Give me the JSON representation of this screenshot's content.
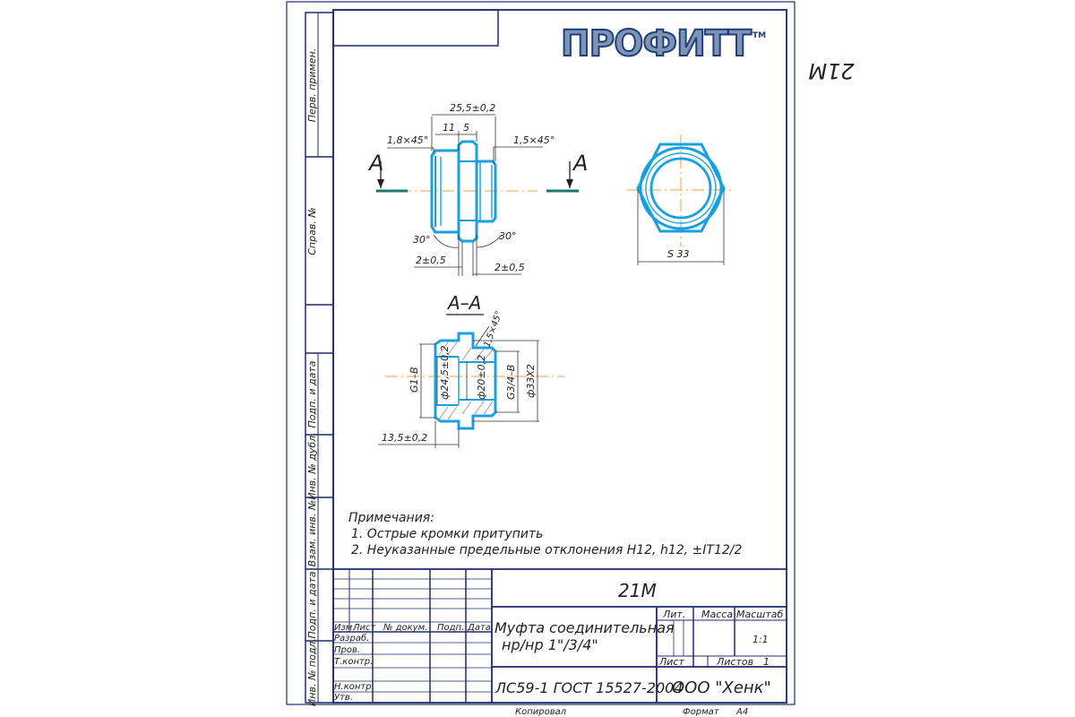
{
  "stamp": {
    "code_mirrored": "21М"
  },
  "logo": {
    "text": "ПРОФИТТ",
    "tm": "TM"
  },
  "side_labels": [
    "Перв. примен.",
    "Справ. №",
    "Подп. и дата",
    "Инв. № дубл.",
    "Взам. инв. №",
    "Подп. и дата",
    "Инв. № подл."
  ],
  "drawing": {
    "section_letter": "А",
    "section_title": "А–А",
    "dims_top": [
      "25,5±0,2",
      "11",
      "5",
      "1,8×45°",
      "1,5×45°"
    ],
    "dims_bottom": [
      "30°",
      "30°",
      "2±0,5",
      "2±0,5"
    ],
    "dim_hex": "S 33",
    "dims_section": [
      "G1–B",
      "ф24,5±0,2",
      "ф20±0,2",
      "G3/4–B",
      "ф33X2",
      "1,5×45°",
      "13,5±0,2"
    ]
  },
  "notes": {
    "title": "Примечания:",
    "items": [
      "1. Острые кромки притупить",
      "2. Неуказанные предельные отклонения H12, h12, ±IT12/2"
    ]
  },
  "title_block": {
    "code": "21М",
    "headers": [
      "Изм.",
      "Лист",
      "№ докум.",
      "Подп.",
      "Дата"
    ],
    "roles": [
      "Разраб.",
      "Пров.",
      "Т.контр.",
      "Н.контр.",
      "Утв."
    ],
    "name_line1": "Муфта соединительная",
    "name_line2": "нр/нр 1\"/3/4\"",
    "lit": "Лит.",
    "mass": "Масса",
    "scale_label": "Масштаб",
    "scale": "1:1",
    "sheet": "Лист",
    "sheets": "Листов",
    "sheets_count": "1",
    "material": "ЛС59-1 ГОСТ 15527-2004",
    "company": "ООО \"Хенк\"",
    "copied": "Копировал",
    "format_label": "Формат",
    "format": "А4"
  }
}
